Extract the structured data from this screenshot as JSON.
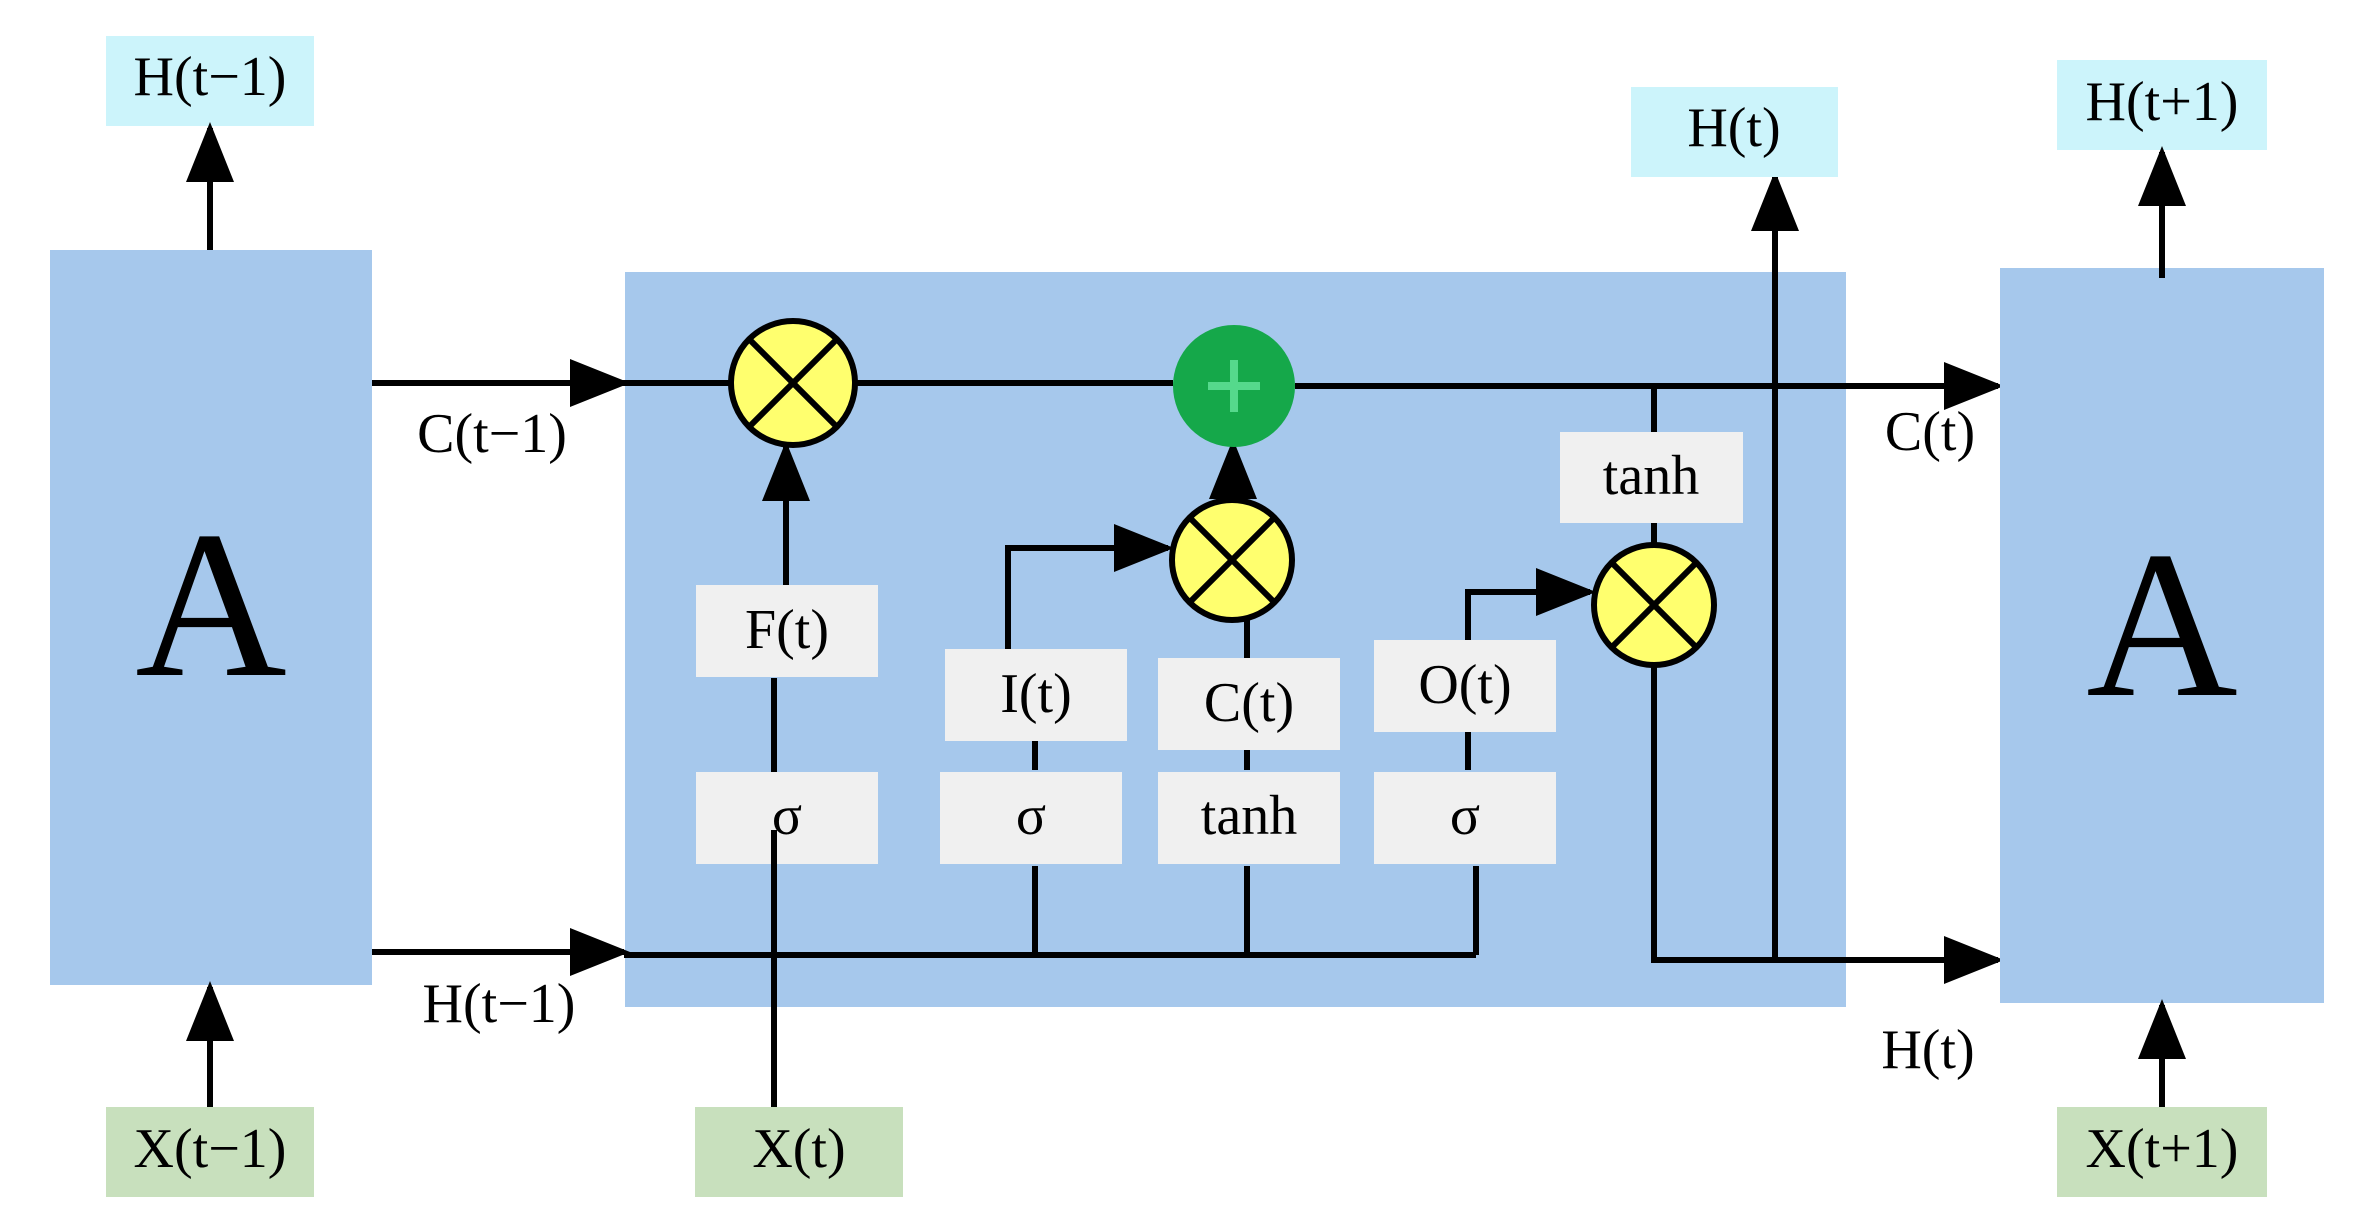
{
  "colors": {
    "cell": "#a6c8ec",
    "output_box": "#ccf4fb",
    "input_box": "#c8e0bd",
    "gate_box": "#f0f0f0",
    "multiply_node": "#ffff6e",
    "add_node": "#15a84a",
    "add_symbol": "#55d98c",
    "line": "#000000"
  },
  "icons": {
    "multiply": "circle-cross-multiply-icon",
    "add": "circle-plus-add-icon",
    "arrow": "arrowhead-icon"
  },
  "cells": {
    "left": {
      "label": "A"
    },
    "right": {
      "label": "A"
    }
  },
  "outputs": {
    "prev": "H(t−1)",
    "current": "H(t)",
    "next": "H(t+1)"
  },
  "inputs": {
    "prev": "X(t−1)",
    "current": "X(t)",
    "next": "X(t+1)"
  },
  "flows": {
    "cell_state_in": "C(t−1)",
    "hidden_state_in": "H(t−1)",
    "cell_state_out": "C(t)",
    "hidden_state_out": "H(t)"
  },
  "gates": {
    "forget": "F(t)",
    "input": "I(t)",
    "candidate": "C(t)",
    "output": "O(t)",
    "output_tanh": "tanh"
  },
  "activations": {
    "forget": "σ",
    "input": "σ",
    "candidate": "tanh",
    "output": "σ"
  }
}
